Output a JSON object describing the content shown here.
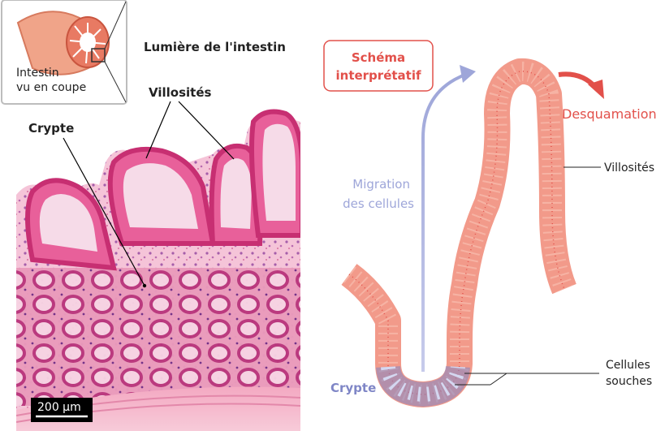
{
  "inset": {
    "caption_line1": "Intestin",
    "caption_line2": "vu en coupe"
  },
  "left_panel": {
    "lumen_label": "Lumière de l'intestin",
    "villi_label": "Villosités",
    "crypt_label": "Crypte",
    "scale_bar_label": "200 µm"
  },
  "right_panel": {
    "box_title_line1": "Schéma",
    "box_title_line2": "interprétatif",
    "migration_line1": "Migration",
    "migration_line2": "des cellules",
    "desquamation_label": "Desquamation",
    "villi_label": "Villosités",
    "crypt_label": "Crypte",
    "stem_cells_line1": "Cellules",
    "stem_cells_line2": "souches"
  },
  "colors": {
    "tissue_pink": "#e8457e",
    "tissue_light": "#f3b6cf",
    "schema_red": "#e2504a",
    "schema_fill": "#f6b3a4",
    "migration_blue": "#9ea6d9",
    "crypt_blue": "#7f86c6"
  }
}
